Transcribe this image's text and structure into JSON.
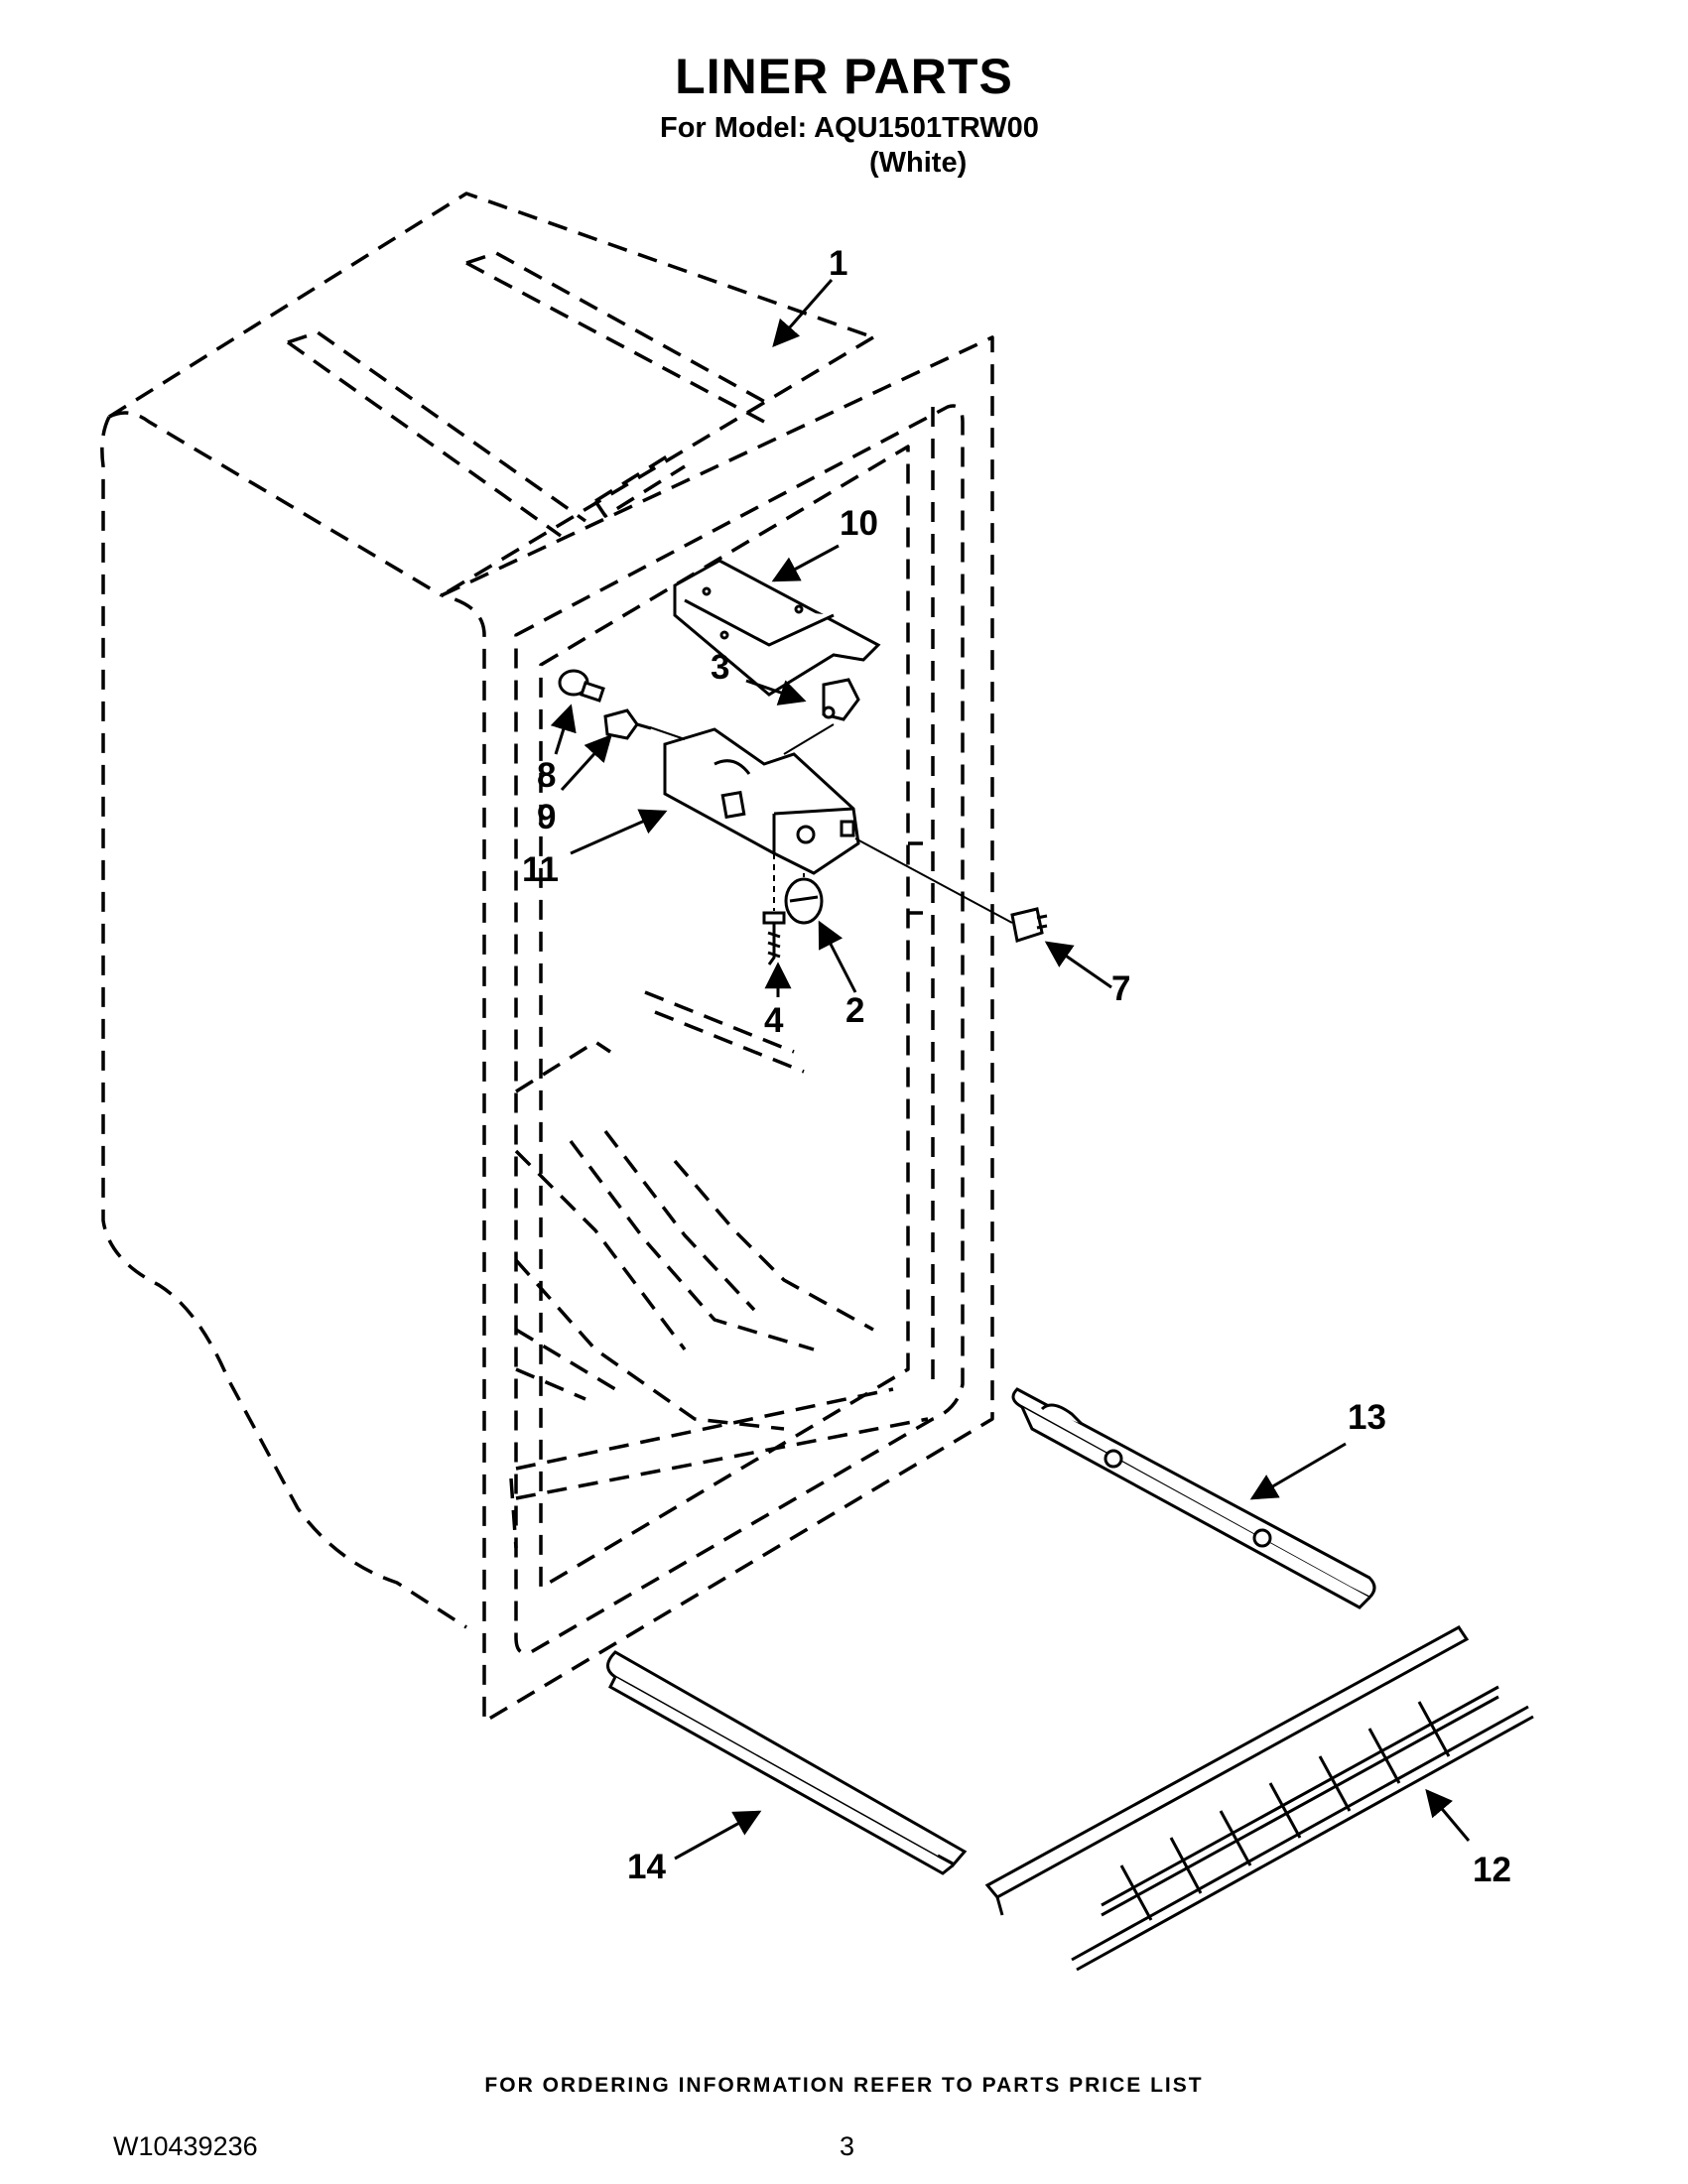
{
  "header": {
    "title": "LINER PARTS",
    "model_line": "For Model: AQU1501TRW00",
    "color_line": "(White)"
  },
  "callouts": {
    "c1": "1",
    "c2": "2",
    "c3": "3",
    "c4": "4",
    "c7": "7",
    "c8": "8",
    "c9": "9",
    "c10": "10",
    "c11": "11",
    "c12": "12",
    "c13": "13",
    "c14": "14"
  },
  "footer": {
    "note": "FOR ORDERING INFORMATION REFER TO PARTS PRICE LIST",
    "doc_number": "W10439236",
    "page_number": "3"
  }
}
